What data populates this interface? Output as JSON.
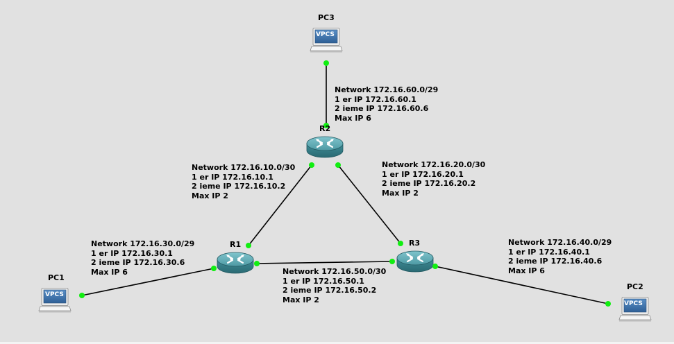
{
  "colors": {
    "background": "#e1e1e1",
    "link": "#000000",
    "port": "#11ee11",
    "router_body": "#3f8d97",
    "vpcs_screen": "#3d6fa6"
  },
  "nodes": {
    "pc3": {
      "name": "PC3",
      "icon": "vpcs-icon",
      "screen_text": "VPCS"
    },
    "r2": {
      "name": "R2",
      "icon": "router-icon"
    },
    "r1": {
      "name": "R1",
      "icon": "router-icon"
    },
    "r3": {
      "name": "R3",
      "icon": "router-icon"
    },
    "pc1": {
      "name": "PC1",
      "icon": "vpcs-icon",
      "screen_text": "VPCS"
    },
    "pc2": {
      "name": "PC2",
      "icon": "vpcs-icon",
      "screen_text": "VPCS"
    }
  },
  "links": [
    {
      "from": "PC3",
      "to": "R2"
    },
    {
      "from": "R2",
      "to": "R1"
    },
    {
      "from": "R2",
      "to": "R3"
    },
    {
      "from": "R1",
      "to": "R3"
    },
    {
      "from": "PC1",
      "to": "R1"
    },
    {
      "from": "R3",
      "to": "PC2"
    }
  ],
  "notes": {
    "n60": {
      "network": "Network 172.16.60.0/29",
      "first": "1 er IP 172.16.60.1",
      "second": "2 ieme IP 172.16.60.6",
      "max": "Max IP 6"
    },
    "n10": {
      "network": "Network 172.16.10.0/30",
      "first": "1 er IP 172.16.10.1",
      "second": "2 ieme IP 172.16.10.2",
      "max": "Max IP 2"
    },
    "n20": {
      "network": "Network 172.16.20.0/30",
      "first": "1 er IP 172.16.20.1",
      "second": "2 ieme IP 172.16.20.2",
      "max": "Max IP 2"
    },
    "n30": {
      "network": "Network 172.16.30.0/29",
      "first": "1 er IP 172.16.30.1",
      "second": "2 ieme IP 172.16.30.6",
      "max": "Max IP 6"
    },
    "n50": {
      "network": "Network 172.16.50.0/30",
      "first": "1 er IP 172.16.50.1",
      "second": "2 ieme IP 172.16.50.2",
      "max": "Max IP 2"
    },
    "n40": {
      "network": "Network 172.16.40.0/29",
      "first": "1 er IP 172.16.40.1",
      "second": "2 ieme IP 172.16.40.6",
      "max": "Max IP 6"
    }
  }
}
